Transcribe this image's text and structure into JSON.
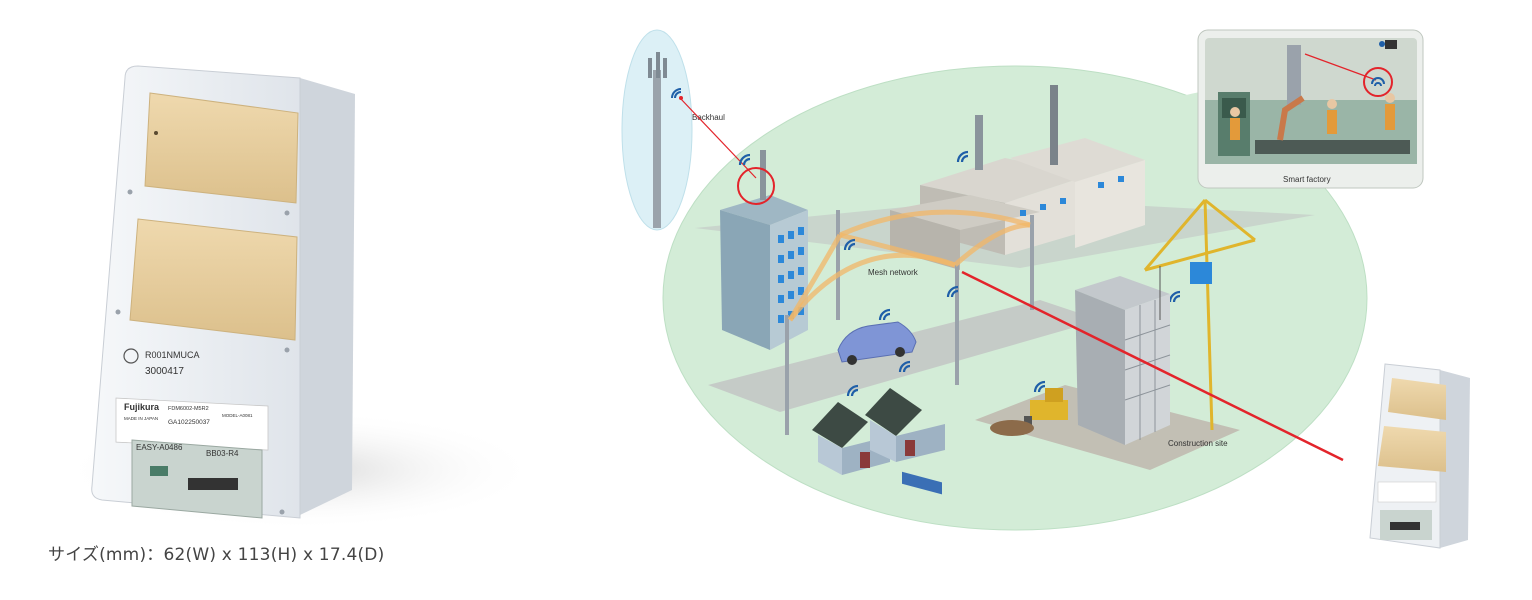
{
  "caption": "サイズ(mm)：62(W) x 113(H) x 17.4(D)",
  "device": {
    "ids": [
      "R001NMUCA",
      "3000417"
    ],
    "brand": "Fujikura",
    "model": "FDM6002-M5R2",
    "model_code": "MODEL-A0081",
    "made_in": "MADE IN JAPAN",
    "serial": "GA102250037",
    "connector_left": "EASY-A0486",
    "connector_right": "BB03-R4"
  },
  "diagram": {
    "backhaul_label": "Backhaul",
    "mesh_label": "Mesh network",
    "smart_factory_label": "Smart factory",
    "construction_label": "Construction site"
  },
  "colors": {
    "ellipse": "#d3ecd7",
    "link_red": "#e3242b",
    "wifi_blue": "#1f5fa8",
    "mesh_orange": "#f1b768",
    "device_body": "#eef1f4",
    "antenna_pad": "#e7cfa1",
    "bubble_light_blue": "#dcf0f6"
  }
}
